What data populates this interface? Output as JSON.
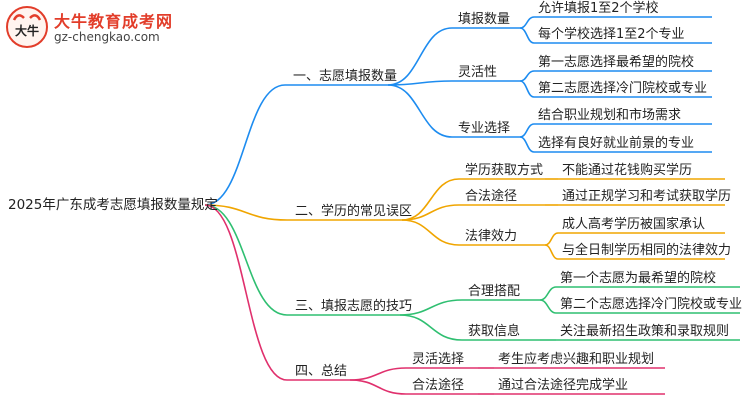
{
  "brand": {
    "name": "大牛教育成考网",
    "url": "gz-chengkao.com",
    "logo_glyph": "大牛"
  },
  "root": {
    "label": "2025年广东成考志愿填报数量规定"
  },
  "colors": {
    "branch1": "#1d8cf0",
    "branch2": "#f0a500",
    "branch3": "#2fbf71",
    "branch4": "#e0306d",
    "root": "#222222"
  },
  "branches": [
    {
      "label": "一、志愿填报数量",
      "children": [
        {
          "label": "填报数量",
          "leaves": [
            "允许填报1至2个学校",
            "每个学校选择1至2个专业"
          ]
        },
        {
          "label": "灵活性",
          "leaves": [
            "第一志愿选择最希望的院校",
            "第二志愿选择冷门院校或专业"
          ]
        },
        {
          "label": "专业选择",
          "leaves": [
            "结合职业规划和市场需求",
            "选择有良好就业前景的专业"
          ]
        }
      ]
    },
    {
      "label": "二、学历的常见误区",
      "children": [
        {
          "label": "学历获取方式",
          "leaves": [
            "不能通过花钱购买学历"
          ]
        },
        {
          "label": "合法途径",
          "leaves": [
            "通过正规学习和考试获取学历"
          ]
        },
        {
          "label": "法律效力",
          "leaves": [
            "成人高考学历被国家承认",
            "与全日制学历相同的法律效力"
          ]
        }
      ]
    },
    {
      "label": "三、填报志愿的技巧",
      "children": [
        {
          "label": "合理搭配",
          "leaves": [
            "第一个志愿为最希望的院校",
            "第二个志愿选择冷门院校或专业"
          ]
        },
        {
          "label": "获取信息",
          "leaves": [
            "关注最新招生政策和录取规则"
          ]
        }
      ]
    },
    {
      "label": "四、总结",
      "children": [
        {
          "label": "灵活选择",
          "leaves": [
            "考生应考虑兴趣和职业规划"
          ]
        },
        {
          "label": "合法途径",
          "leaves": [
            "通过合法途径完成学业"
          ]
        }
      ]
    }
  ]
}
